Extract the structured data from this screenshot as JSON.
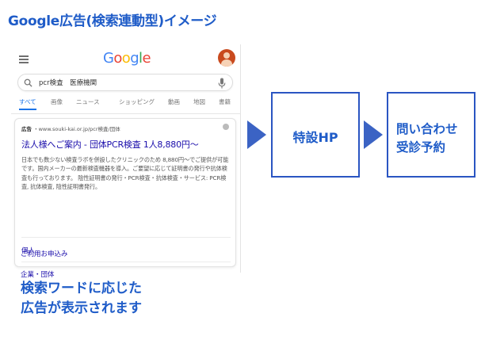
{
  "title": "Google広告(検索連動型)イメージ",
  "google": {
    "logo_letters": [
      {
        "ch": "G",
        "color": "#4285F4"
      },
      {
        "ch": "o",
        "color": "#EA4335"
      },
      {
        "ch": "o",
        "color": "#FBBC05"
      },
      {
        "ch": "g",
        "color": "#4285F4"
      },
      {
        "ch": "l",
        "color": "#34A853"
      },
      {
        "ch": "e",
        "color": "#EA4335"
      }
    ],
    "search_query": "pcr検査　医療機関",
    "tabs": [
      "すべて",
      "画像",
      "ニュース",
      "ショッピング",
      "動画",
      "地図",
      "書籍"
    ],
    "active_tab": "すべて"
  },
  "ad": {
    "badge": "広告",
    "url": "・www.souki-kai.or.jp/pcr検査/団体",
    "title": "法人様へご案内 - 団体PCR検査 1人8,880円～",
    "description": "日本でも数少ない検査ラボを併設したクリニックのため 8,880円～でご提供が可能です。国内メーカーの最新検査機器を導入。ご要望に応じて証明書の発行や抗体検査も行っております。 陰性証明書の発行・PCR検査・抗体検査・サービス: PCR検査, 抗体検査, 陰性証明書発行。",
    "sitelinks": [
      "個人",
      "企業・団体",
      "ご利用お申込み"
    ]
  },
  "caption": {
    "line1": "検索ワードに応じた",
    "line2": "広告が表示されます"
  },
  "flow": {
    "step1": "特設HP",
    "step2_line1": "問い合わせ",
    "step2_line2": "受診予約"
  },
  "colors": {
    "accent_blue": "#1f5cc8",
    "arrow_blue": "#3b63c4",
    "link_blue": "#1a0dab"
  }
}
